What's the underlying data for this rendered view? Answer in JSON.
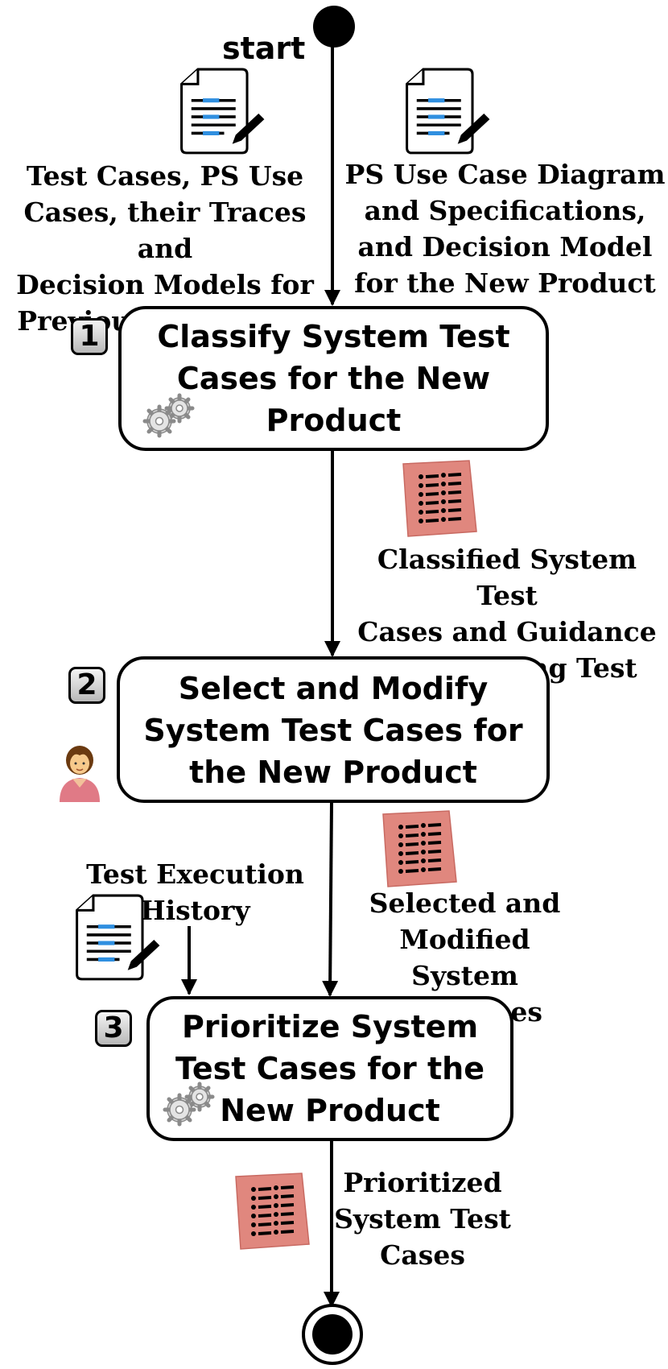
{
  "start_label": "start",
  "inputs": {
    "left_documents": "Test Cases, PS Use\nCases, their Traces and\nDecision Models for\nPrevious Product(s)",
    "right_documents": "PS Use Case Diagram\nand Specifications,\nand Decision Model\nfor the New Product",
    "test_execution_history": "Test Execution\nHistory"
  },
  "steps": [
    {
      "number": "1",
      "title": "Classify System Test\nCases for the New\nProduct",
      "actor": "gears-icon"
    },
    {
      "number": "2",
      "title": "Select and Modify\nSystem Test Cases for\nthe New Product",
      "actor": "person-icon"
    },
    {
      "number": "3",
      "title": "Prioritize System\nTest Cases for the\nNew Product",
      "actor": "gears-icon"
    }
  ],
  "outputs": {
    "classified": "Classified System Test\nCases and Guidance\nfor Updating Test Cases",
    "selected_modified": "Selected and\nModified System\nTest Cases",
    "prioritized": "Prioritized\nSystem Test\nCases"
  },
  "colors": {
    "document_blue": "#2f8fe0",
    "artifact_pink": "#e0877e",
    "person_shirt": "#e07a86"
  }
}
